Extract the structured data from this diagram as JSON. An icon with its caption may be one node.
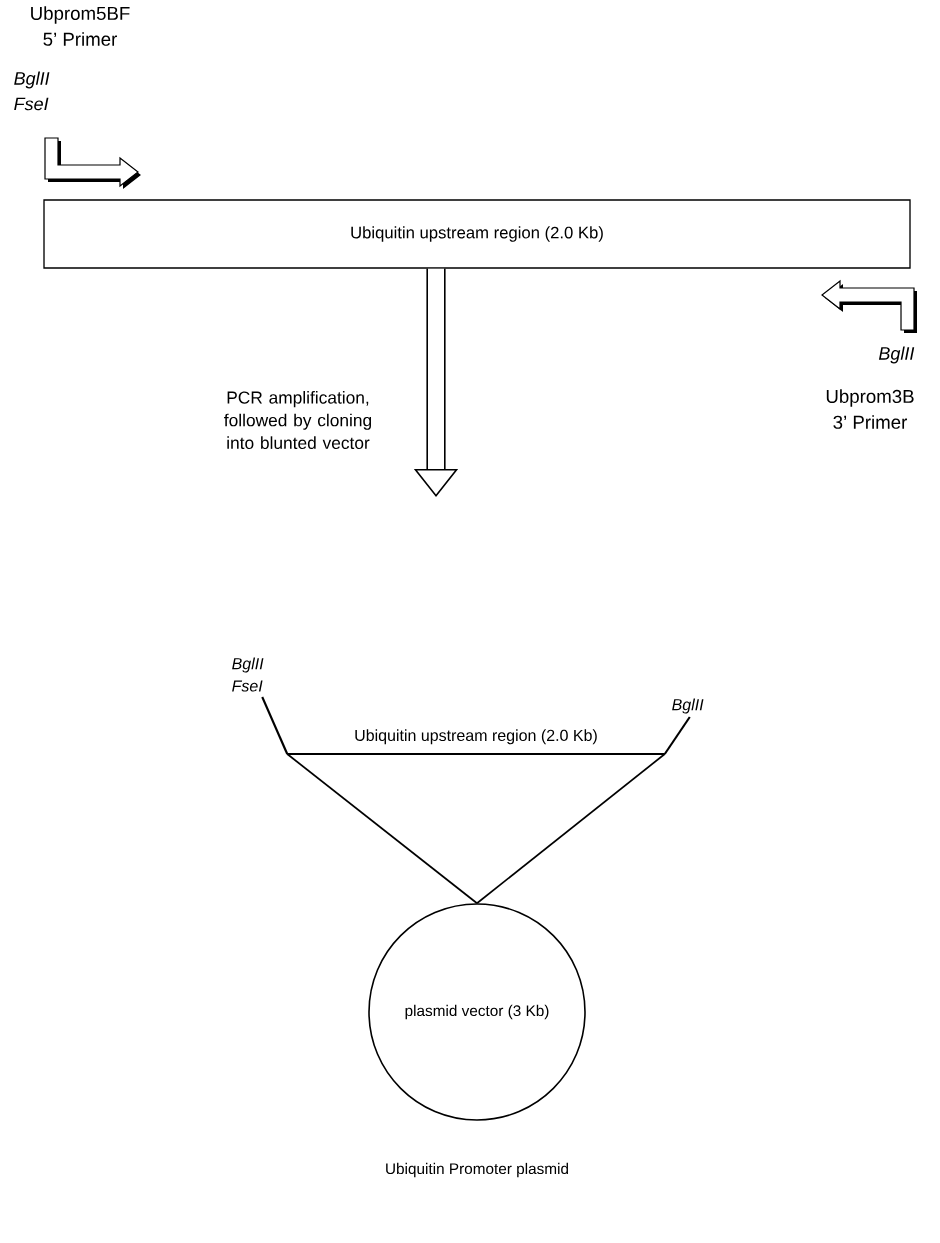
{
  "diagram": {
    "nodes": [
      {
        "text": [
          "Ubiquitin upstream region (2.0 Kb)"
        ]
      },
      {
        "text": [
          "Ubiquitin upstream region (2.0 Kb)"
        ]
      },
      {
        "text": [
          "plasmid vector (3 Kb)"
        ]
      }
    ],
    "edges": [
      {
        "from": 0,
        "to": null,
        "arrow": "to",
        "style": "thick",
        "label": "PCR amplification, followed by cloning into blunted vector"
      },
      {
        "from": 1,
        "to": 2,
        "arrow": "none"
      },
      {
        "from": 1,
        "to": 2,
        "arrow": "none"
      }
    ],
    "labels": [
      "Ubprom5BF",
      "5’ Primer",
      "BglII",
      "FseI",
      "BglII",
      "Ubprom3B",
      "3’ Primer",
      "BglII",
      "FseI",
      "BglII",
      "Ubiquitin Promoter plasmid"
    ]
  }
}
